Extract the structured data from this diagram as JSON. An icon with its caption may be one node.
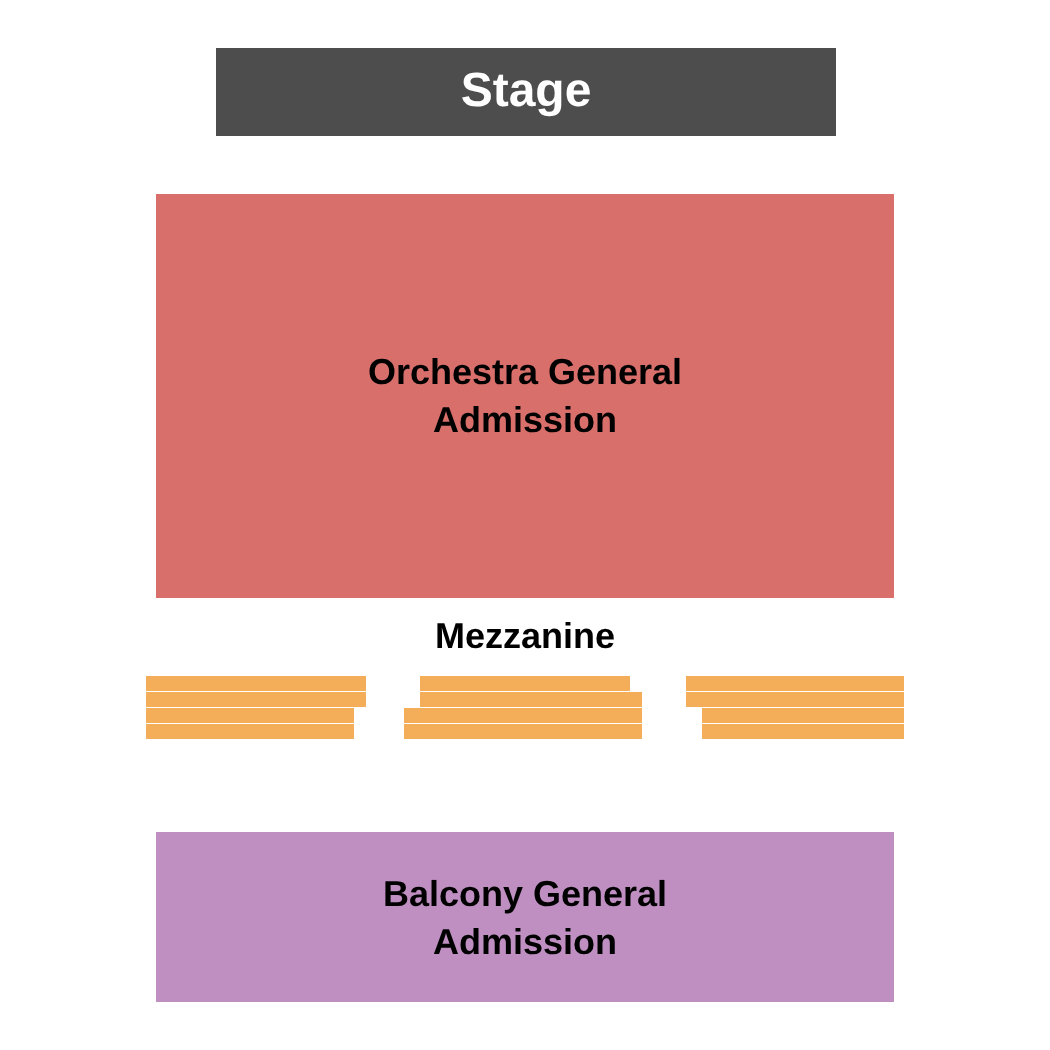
{
  "diagram": {
    "nodes": [
      {
        "text": [
          "Stage"
        ]
      },
      {
        "text": [
          "Orchestra General Admission"
        ]
      },
      {
        "text": [
          "Balcony General Admission"
        ]
      }
    ],
    "labels": [
      "Mezzanine"
    ]
  }
}
